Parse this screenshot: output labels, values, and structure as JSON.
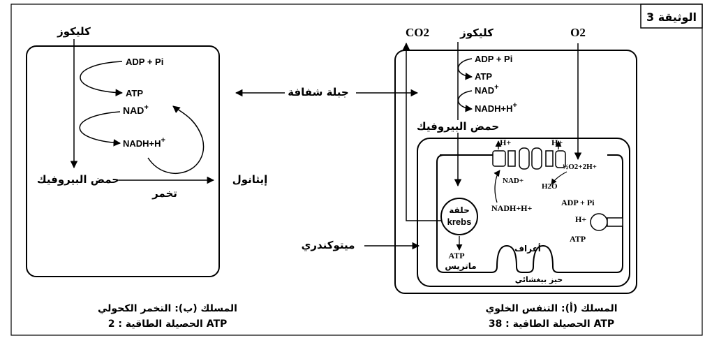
{
  "doc_label": "الوثيقة 3",
  "shared": {
    "membrane": "جبلة شفافة",
    "mitochondrion": "ميتوكندري"
  },
  "left": {
    "glucose": "كليكوز",
    "adp_pi": "ADP + Pi",
    "atp": "ATP",
    "nad": "NAD",
    "nadh": "NADH+H",
    "pyruvic": "حمض البيروفيك",
    "ethanol": "إيثانول",
    "fermentation": "تخمر",
    "path_title": "المسلك (ب): التخمر الكحولي",
    "yield": "الحصيلة الطاقية :  2 ATP"
  },
  "right": {
    "co2": "CO2",
    "glucose": "كليكوز",
    "o2": "O2",
    "adp_pi": "ADP + Pi",
    "atp": "ATP",
    "nad": "NAD",
    "nadh": "NADH+H",
    "pyruvic": "حمض البيروفيك",
    "h_plus": "H+",
    "nad_inner": "NAD+",
    "h2o": "H2O",
    "half_o2": "½O2+2H+",
    "krebs_ar": "حلقة",
    "krebs_en": "krebs",
    "nadh_inner": "NADH+H+",
    "adp_pi_inner": "ADP + Pi",
    "h_synthase": "H+",
    "atp_synthase_out": "ATP",
    "atp_matrix": "ATP",
    "matrix": "ماتريس",
    "cristae": "أعراف",
    "intermembrane": "حيز بيغشائي",
    "path_title": "المسلك (أ): التنفس الخلوي",
    "yield": "الحصيلة الطاقية :  38 ATP"
  }
}
